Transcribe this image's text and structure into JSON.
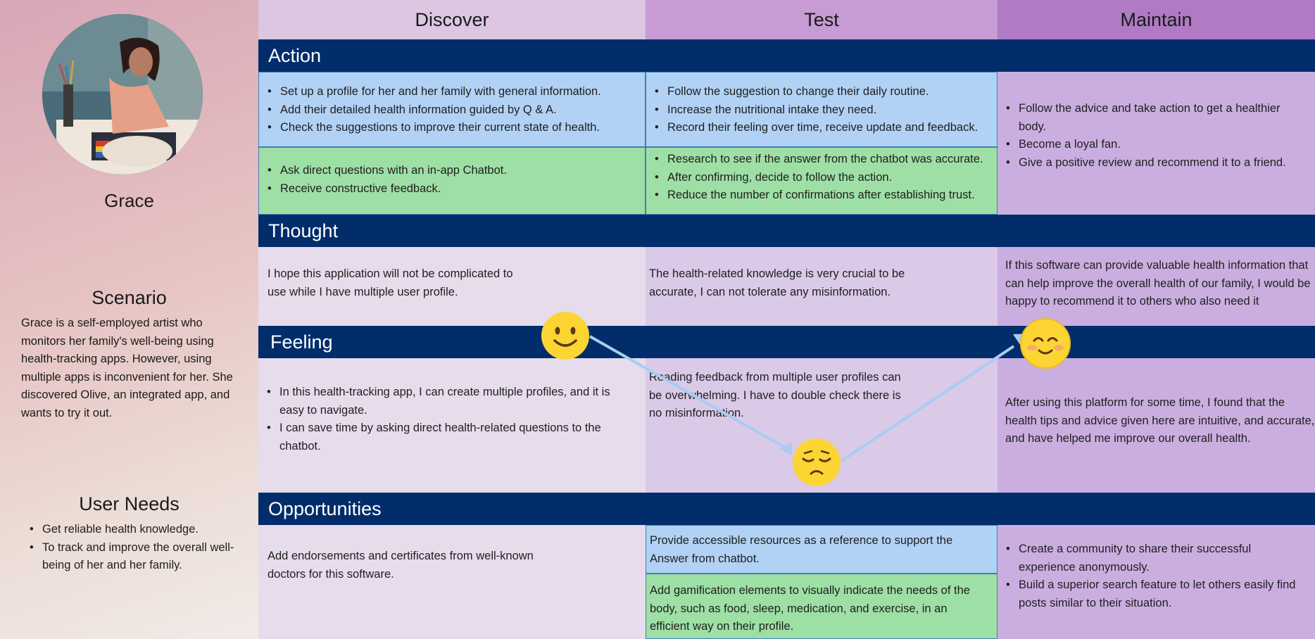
{
  "persona": {
    "name": "Grace",
    "scenario_title": "Scenario",
    "scenario_text": "Grace is a self-employed artist who monitors her family's well-being using health-tracking apps. However, using multiple apps is inconvenient for her. She discovered Olive, an integrated app, and wants to try it out.",
    "needs_title": "User Needs",
    "needs": [
      "Get reliable health knowledge.",
      "To track and improve the overall well-being of her and her family."
    ]
  },
  "stages": [
    "Discover",
    "Test",
    "Maintain"
  ],
  "sections": {
    "action": "Action",
    "thought": "Thought",
    "feeling": "Feeling",
    "opportunities": "Opportunities"
  },
  "action": {
    "discover_top": [
      "Set up a profile for her and her family with general information.",
      "Add their detailed health information guided by Q & A.",
      "Check the suggestions to improve their current state of health."
    ],
    "discover_bottom": [
      "Ask direct questions with an in-app Chatbot.",
      "Receive constructive feedback."
    ],
    "test_top": [
      "Follow the suggestion to change their daily routine.",
      "Increase the nutritional intake they need.",
      "Record their feeling over time, receive update and feedback."
    ],
    "test_bottom": [
      "Research to see if the answer from the chatbot was accurate.",
      "After confirming, decide to follow the action.",
      "Reduce the number of confirmations after establishing trust."
    ],
    "maintain": [
      "Follow the advice and take action to get a healthier body.",
      "Become a loyal fan.",
      "Give a positive review and recommend it to a friend."
    ]
  },
  "thought": {
    "discover": "I hope this application will not be complicated to use while I have multiple user profile.",
    "test": "The health-related knowledge is very crucial to be accurate, I can not tolerate any misinformation.",
    "maintain": "If this software can provide valuable health information that can help improve the overall health of our family, I would be happy to recommend it to others who also need it"
  },
  "feeling": {
    "discover": [
      "In this health-tracking app, I can create multiple profiles, and it is easy to navigate.",
      "I can save time by asking direct health-related questions to the chatbot."
    ],
    "test": "Reading feedback from multiple user profiles can be overwhelming. I have to double check there is no misinformation.",
    "maintain": "After using this platform for some time, I found that the health tips and advice given here are intuitive, and accurate, and have helped me improve our overall health.",
    "emotions": [
      "happy",
      "sad",
      "happy"
    ]
  },
  "opportunities": {
    "discover": "Add endorsements and certificates from well-known doctors for this software.",
    "test_top": "Provide accessible resources as a reference to support the Answer from chatbot.",
    "test_bottom": "Add gamification elements to visually indicate the needs of the body, such as food, sleep, medication, and exercise, in an efficient way on their profile.",
    "maintain": [
      "Create a community to share their successful experience anonymously.",
      "Build a superior search feature to let others easily find posts similar to their situation."
    ]
  },
  "colors": {
    "section_bar": "#012d6b",
    "cell_blue": "#b1d2f5",
    "cell_green": "#9edfa5",
    "discover_bg": "#e6dcec",
    "test_bg": "#dac9e7",
    "maintain_bg": "#caaee0",
    "emoji_yellow": "#fcd535"
  }
}
